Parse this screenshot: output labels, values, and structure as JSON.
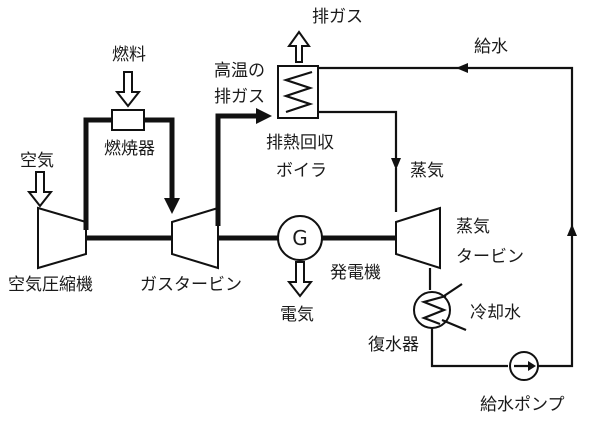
{
  "labels": {
    "exhaust_out": "排ガス",
    "feedwater_top": "給水",
    "fuel": "燃料",
    "hot_exhaust_line1": "高温の",
    "hot_exhaust_line2": "排ガス",
    "combustor": "燃焼器",
    "hrsg_line1": "排熱回収",
    "hrsg_line2": "ボイラ",
    "air": "空気",
    "steam": "蒸気",
    "steam_turbine_line1": "蒸気",
    "steam_turbine_line2": "タービン",
    "air_compressor": "空気圧縮機",
    "gas_turbine": "ガスタービン",
    "generator_symbol": "G",
    "generator": "発電機",
    "electricity": "電気",
    "cooling_water": "冷却水",
    "condenser": "復水器",
    "feed_pump": "給水ポンプ"
  }
}
